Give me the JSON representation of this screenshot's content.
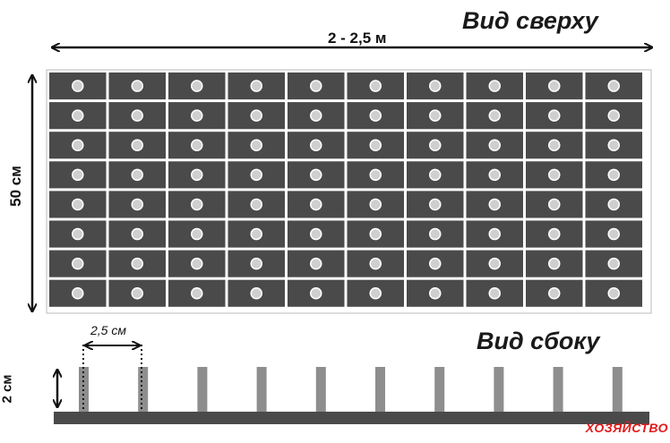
{
  "top_view": {
    "title": "Вид сверху",
    "width_label": "2 - 2,5 м",
    "height_label": "50 см",
    "rows": 8,
    "cols": 10
  },
  "side_view": {
    "title": "Вид сбоку",
    "spacing_label": "2,5 см",
    "height_label": "2 см",
    "pegs": 10
  },
  "brand": "ХОЗЯЙСТВО",
  "colors": {
    "cell": "#4a4a4a",
    "dot": "#cfcfcf",
    "peg": "#8e8e8e",
    "base": "#4a4a4a",
    "brand": "#e21b1b"
  }
}
